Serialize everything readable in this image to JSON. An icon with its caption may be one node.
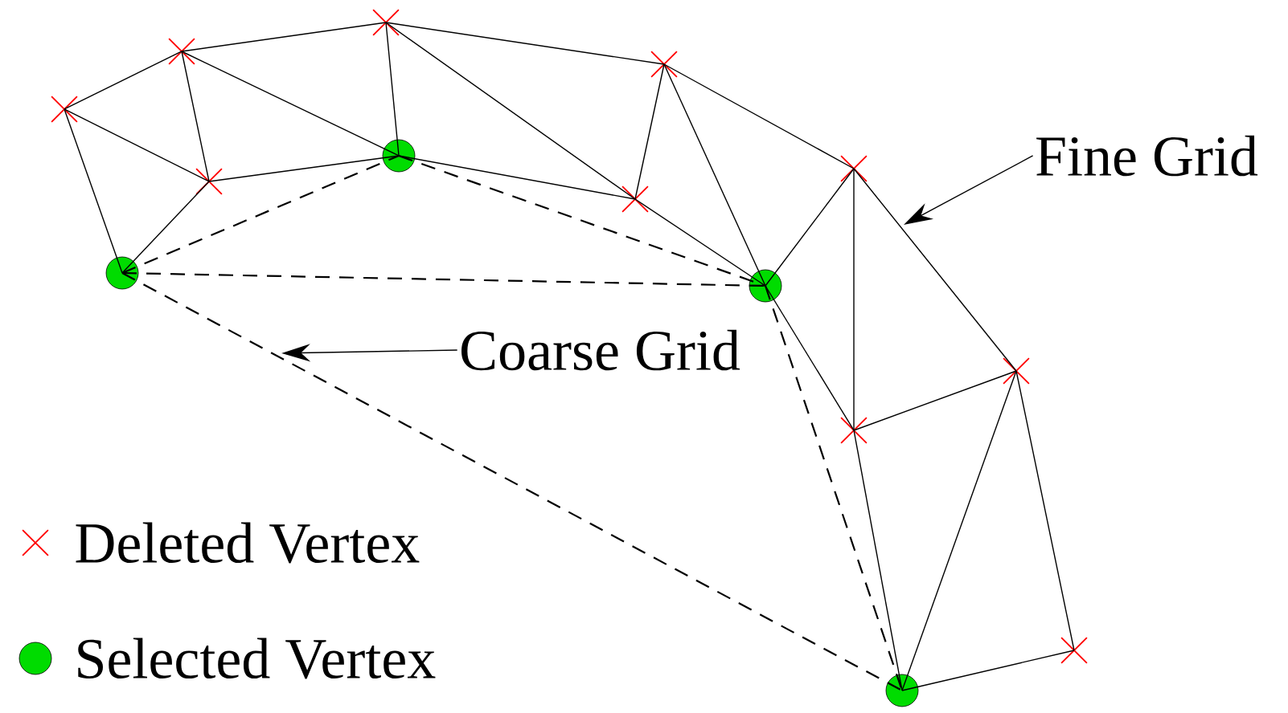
{
  "diagram": {
    "nodes": [
      {
        "text": [
          "Fine Grid"
        ]
      },
      {
        "text": [
          "Coarse Grid"
        ]
      },
      {
        "text": [],
        "shape": "cross"
      },
      {
        "text": [],
        "shape": "circle"
      },
      {
        "text": [],
        "shape": "cross"
      },
      {
        "text": [],
        "shape": "cross"
      },
      {
        "text": [],
        "shape": "cross"
      },
      {
        "text": [],
        "shape": "circle"
      },
      {
        "text": [],
        "shape": "cross"
      },
      {
        "text": [],
        "shape": "cross"
      },
      {
        "text": [],
        "shape": "circle"
      },
      {
        "text": [],
        "shape": "cross"
      },
      {
        "text": [],
        "shape": "cross"
      },
      {
        "text": [],
        "shape": "circle"
      },
      {
        "text": [],
        "shape": "cross"
      },
      {
        "text": [],
        "shape": "cross"
      }
    ],
    "edges": [
      {
        "from": 2,
        "to": 4,
        "arrow": "none"
      },
      {
        "from": 4,
        "to": 6,
        "arrow": "none"
      },
      {
        "from": 6,
        "to": 9,
        "arrow": "none"
      },
      {
        "from": 9,
        "to": 11,
        "arrow": "none"
      },
      {
        "from": 2,
        "to": 3,
        "arrow": "none"
      },
      {
        "from": 2,
        "to": 5,
        "arrow": "none"
      },
      {
        "from": 5,
        "to": 3,
        "arrow": "none"
      },
      {
        "from": 4,
        "to": 5,
        "arrow": "none"
      },
      {
        "from": 4,
        "to": 7,
        "arrow": "none"
      },
      {
        "from": 5,
        "to": 7,
        "arrow": "none"
      },
      {
        "from": 6,
        "to": 7,
        "arrow": "none"
      },
      {
        "from": 6,
        "to": 8,
        "arrow": "none"
      },
      {
        "from": 7,
        "to": 8,
        "arrow": "none"
      },
      {
        "from": 8,
        "to": 10,
        "arrow": "none"
      },
      {
        "from": 8,
        "to": 9,
        "arrow": "none"
      },
      {
        "from": 9,
        "to": 10,
        "arrow": "none"
      },
      {
        "from": 10,
        "to": 11,
        "arrow": "none"
      },
      {
        "from": 11,
        "to": 12,
        "arrow": "none"
      },
      {
        "from": 11,
        "to": 14,
        "arrow": "none"
      },
      {
        "from": 10,
        "to": 12,
        "arrow": "none"
      },
      {
        "from": 12,
        "to": 14,
        "arrow": "none"
      },
      {
        "from": 12,
        "to": 13,
        "arrow": "none"
      },
      {
        "from": 14,
        "to": 13,
        "arrow": "none"
      },
      {
        "from": 14,
        "to": 15,
        "arrow": "none"
      },
      {
        "from": 13,
        "to": 15,
        "arrow": "none"
      },
      {
        "from": 3,
        "to": 7,
        "arrow": "none",
        "style": "dashed"
      },
      {
        "from": 3,
        "to": 10,
        "arrow": "none",
        "style": "dashed"
      },
      {
        "from": 3,
        "to": 13,
        "arrow": "none",
        "style": "dashed"
      },
      {
        "from": 7,
        "to": 10,
        "arrow": "none",
        "style": "dashed"
      },
      {
        "from": 10,
        "to": 13,
        "arrow": "none",
        "style": "dashed"
      },
      {
        "from": 0,
        "to": null,
        "arrow": "to"
      },
      {
        "from": 1,
        "to": null,
        "arrow": "to"
      }
    ],
    "legend": [
      {
        "text": "Deleted Vertex"
      },
      {
        "text": "Selected Vertex"
      }
    ]
  }
}
